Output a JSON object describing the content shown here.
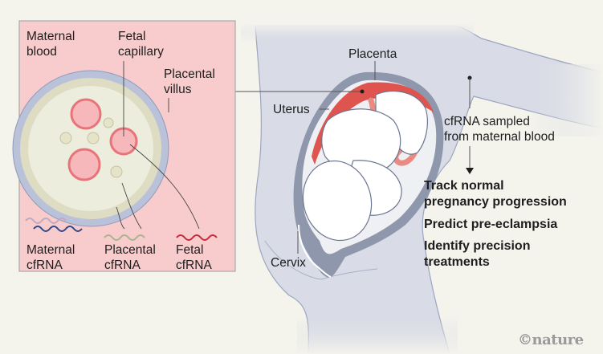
{
  "inset": {
    "labels": {
      "maternal_blood": [
        "Maternal",
        "blood"
      ],
      "fetal_capillary": [
        "Fetal",
        "capillary"
      ],
      "placental_villus": [
        "Placental",
        "villus"
      ],
      "maternal_cfrna": [
        "Maternal",
        "cfRNA"
      ],
      "placental_cfrna": [
        "Placental",
        "cfRNA"
      ],
      "fetal_cfrna": [
        "Fetal",
        "cfRNA"
      ]
    }
  },
  "anatomy": {
    "placenta": "Placenta",
    "uterus": "Uterus",
    "cervix": "Cervix"
  },
  "sampling": {
    "text": [
      "cfRNA sampled",
      "from maternal blood"
    ]
  },
  "outcomes": [
    [
      "Track normal",
      "pregnancy progression"
    ],
    [
      "Predict pre-eclampsia"
    ],
    [
      "Identify precision",
      "treatments"
    ]
  ],
  "colors": {
    "background": "#f4f3ec",
    "inset_bg": "#f8cccc",
    "body": "#d9dce6",
    "uterus_wall": "#8e97ab",
    "placenta": "#e0544f",
    "villus_membrane": "#b9c2d8",
    "villus_stroma": "#eceddd",
    "capillary": "#e8747a",
    "maternal_rna": "#2d4a8a",
    "placental_rna": "#a7b58c",
    "fetal_rna": "#c8283c"
  },
  "credit": "©nature"
}
